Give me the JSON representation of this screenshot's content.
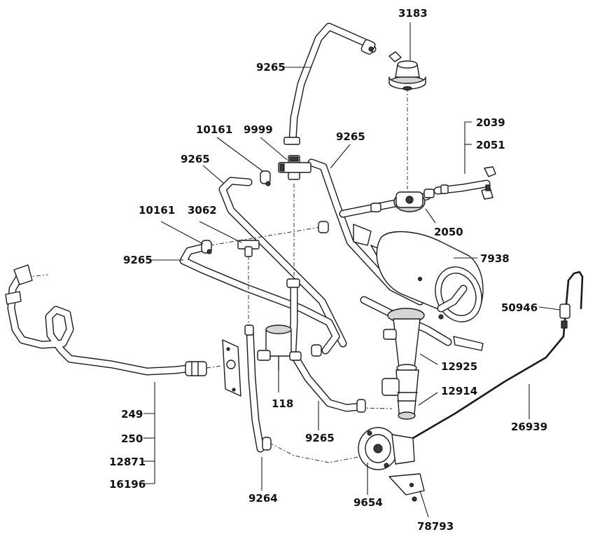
{
  "diagram": {
    "callouts": {
      "c3183": "3183",
      "c9265_top": "9265",
      "c2039": "2039",
      "c2051": "2051",
      "c10161_a": "10161",
      "c9999": "9999",
      "c9265_mid": "9265",
      "c9265_left": "9265",
      "c2050": "2050",
      "c10161_b": "10161",
      "c3062": "3062",
      "c9265_side": "9265",
      "c7938": "7938",
      "c50946": "50946",
      "c12925": "12925",
      "c118": "118",
      "c12914": "12914",
      "c249": "249",
      "c250": "250",
      "c12871": "12871",
      "c16196": "16196",
      "c9265_bottom": "9265",
      "c26939": "26939",
      "c9264": "9264",
      "c9654": "9654",
      "c78793": "78793"
    }
  }
}
